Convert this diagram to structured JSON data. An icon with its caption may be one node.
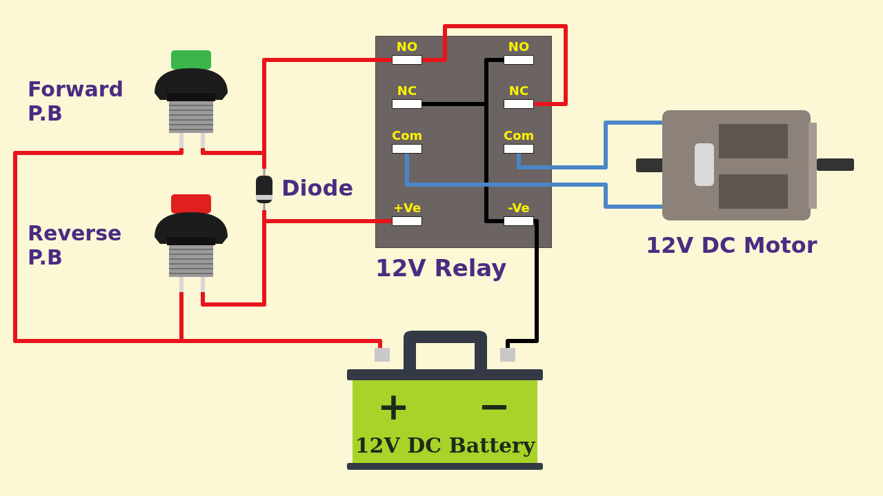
{
  "diagram": {
    "nodes": [
      {
        "text": [
          "Forward P.B"
        ]
      },
      {
        "text": [
          "Reverse P.B"
        ]
      },
      {
        "text": [
          "Diode"
        ]
      },
      {
        "text": [
          "12V Relay"
        ]
      },
      {
        "text": [
          "NO"
        ],
        "in": 3
      },
      {
        "text": [
          "NO"
        ],
        "in": 3
      },
      {
        "text": [
          "NC"
        ],
        "in": 3
      },
      {
        "text": [
          "NC"
        ],
        "in": 3
      },
      {
        "text": [
          "Com"
        ],
        "in": 3
      },
      {
        "text": [
          "Com"
        ],
        "in": 3
      },
      {
        "text": [
          "+Ve"
        ],
        "in": 3
      },
      {
        "text": [
          "-Ve"
        ],
        "in": 3
      },
      {
        "text": [
          "12V DC Motor"
        ]
      },
      {
        "text": [
          "+",
          "−",
          "12V DC Battery"
        ]
      }
    ],
    "edges": [
      {
        "from": 0,
        "to": 4,
        "arrow": "none",
        "color": "#e8141b"
      },
      {
        "from": 0,
        "to": 2,
        "arrow": "none",
        "color": "#e8141b"
      },
      {
        "from": 1,
        "to": 10,
        "arrow": "none",
        "color": "#e8141b"
      },
      {
        "from": 2,
        "to": 10,
        "arrow": "none",
        "color": "#e8141b"
      },
      {
        "from": 0,
        "to": 13,
        "arrow": "none",
        "color": "#e8141b"
      },
      {
        "from": 1,
        "to": 13,
        "arrow": "none",
        "color": "#e8141b"
      },
      {
        "from": 4,
        "to": 7,
        "arrow": "none",
        "color": "#e8141b"
      },
      {
        "from": 5,
        "to": 6,
        "arrow": "none",
        "color": "#000000"
      },
      {
        "from": 5,
        "to": 11,
        "arrow": "none",
        "color": "#000000"
      },
      {
        "from": 11,
        "to": 13,
        "arrow": "none",
        "color": "#000000"
      },
      {
        "from": 8,
        "to": 12,
        "arrow": "none",
        "color": "#4a86c8"
      },
      {
        "from": 9,
        "to": 12,
        "arrow": "none",
        "color": "#4a86c8"
      }
    ]
  }
}
